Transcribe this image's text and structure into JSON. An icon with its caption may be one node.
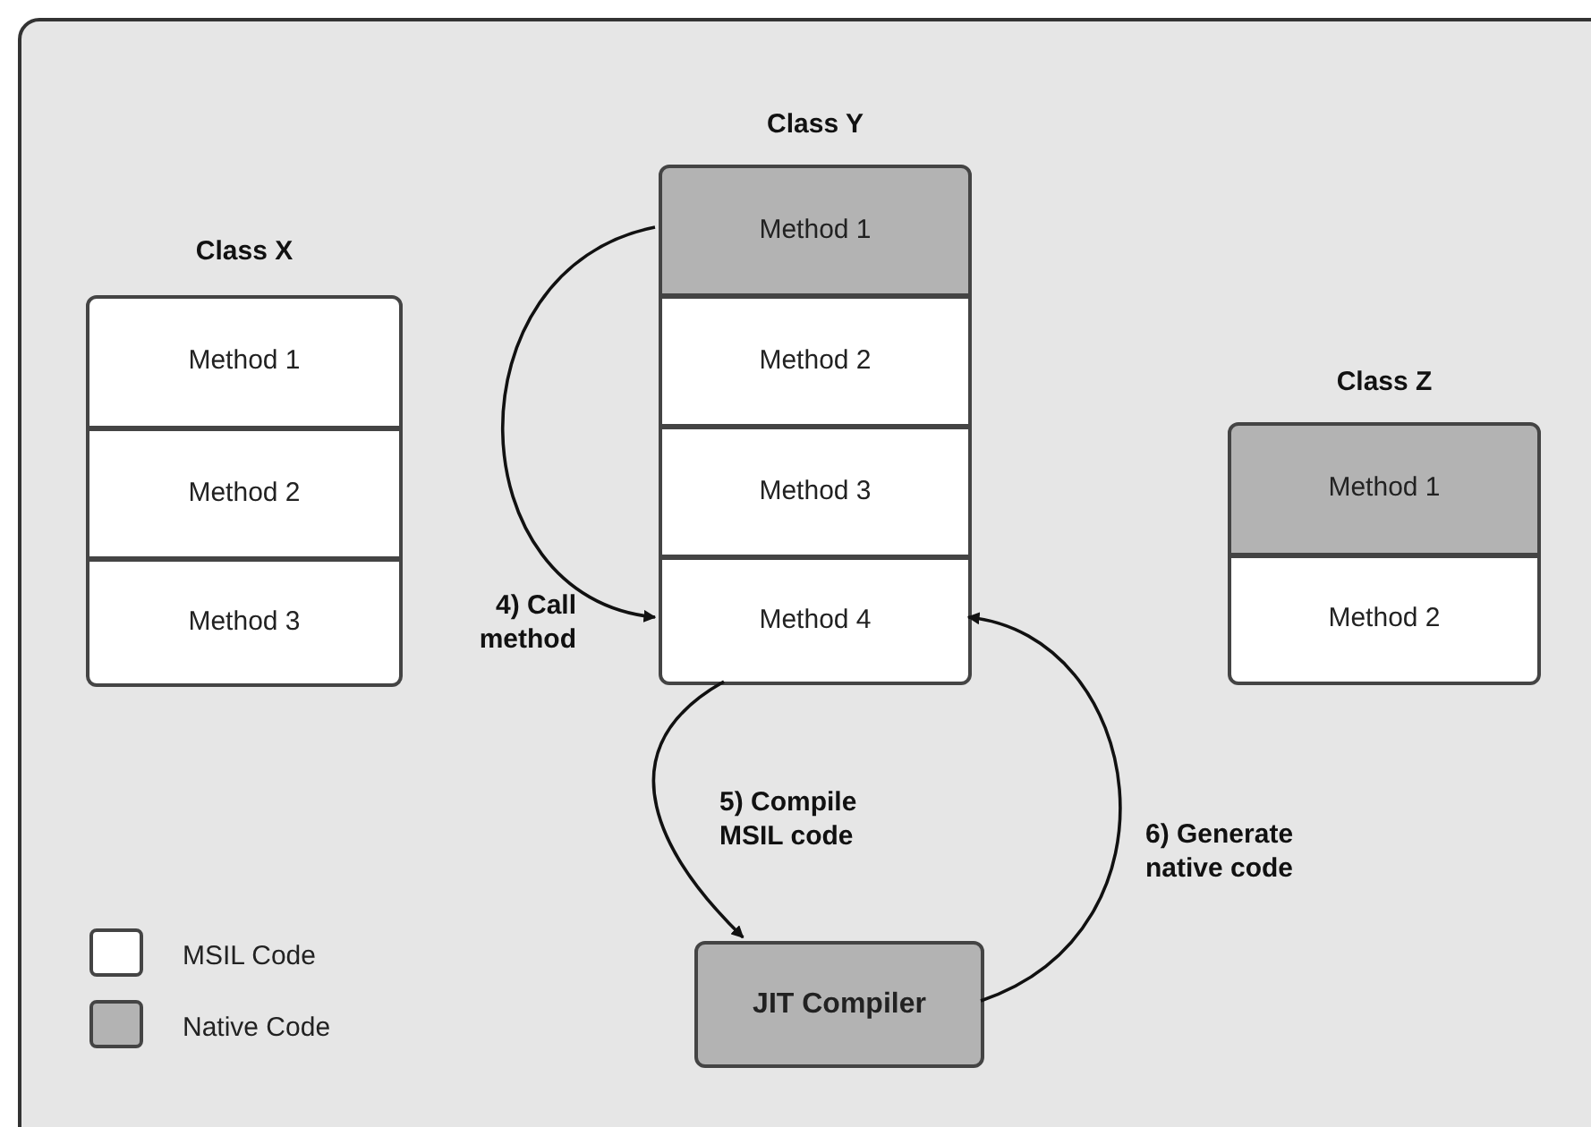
{
  "diagram": {
    "nodes": [
      {
        "text": [
          "Class X"
        ]
      },
      {
        "text": [
          "Method 1"
        ],
        "in": 0
      },
      {
        "text": [
          "Method 2"
        ],
        "in": 0
      },
      {
        "text": [
          "Method 3"
        ],
        "in": 0
      },
      {
        "text": [
          "Class Y"
        ]
      },
      {
        "text": [
          "Method 1"
        ],
        "in": 4
      },
      {
        "text": [
          "Method 2"
        ],
        "in": 4
      },
      {
        "text": [
          "Method 3"
        ],
        "in": 4
      },
      {
        "text": [
          "Method 4"
        ],
        "in": 4
      },
      {
        "text": [
          "Class Z"
        ]
      },
      {
        "text": [
          "Method 1"
        ],
        "in": 9
      },
      {
        "text": [
          "Method 2"
        ],
        "in": 9
      },
      {
        "text": [
          "JIT Compiler"
        ]
      }
    ],
    "edges": [
      {
        "from": 5,
        "to": 8,
        "arrow": "to",
        "label": "4) Call method"
      },
      {
        "from": 8,
        "to": 12,
        "arrow": "to",
        "label": "5) Compile MSIL code"
      },
      {
        "from": 12,
        "to": 8,
        "arrow": "to",
        "label": "6) Generate native code"
      }
    ],
    "legend": [
      {
        "text": "MSIL Code",
        "color": "#ffffff"
      },
      {
        "text": "Native Code",
        "color": "#b3b3b3"
      }
    ]
  }
}
